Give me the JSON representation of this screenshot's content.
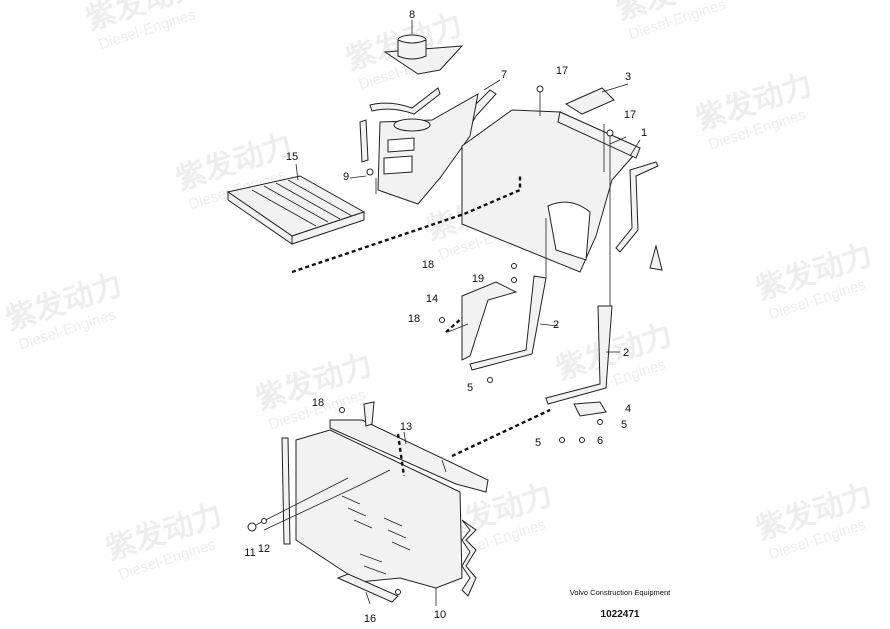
{
  "watermark": {
    "cn": "紫发动力",
    "en": "Diesel-Engines"
  },
  "callouts": [
    "8",
    "7",
    "17",
    "3",
    "17",
    "1",
    "15",
    "9",
    "18",
    "19",
    "14",
    "18",
    "2",
    "2",
    "5",
    "4",
    "5",
    "6",
    "5",
    "18",
    "13",
    "11",
    "12",
    "16",
    "10"
  ],
  "caption": {
    "brand": "Volvo Construction Equipment",
    "number": "1022471"
  }
}
